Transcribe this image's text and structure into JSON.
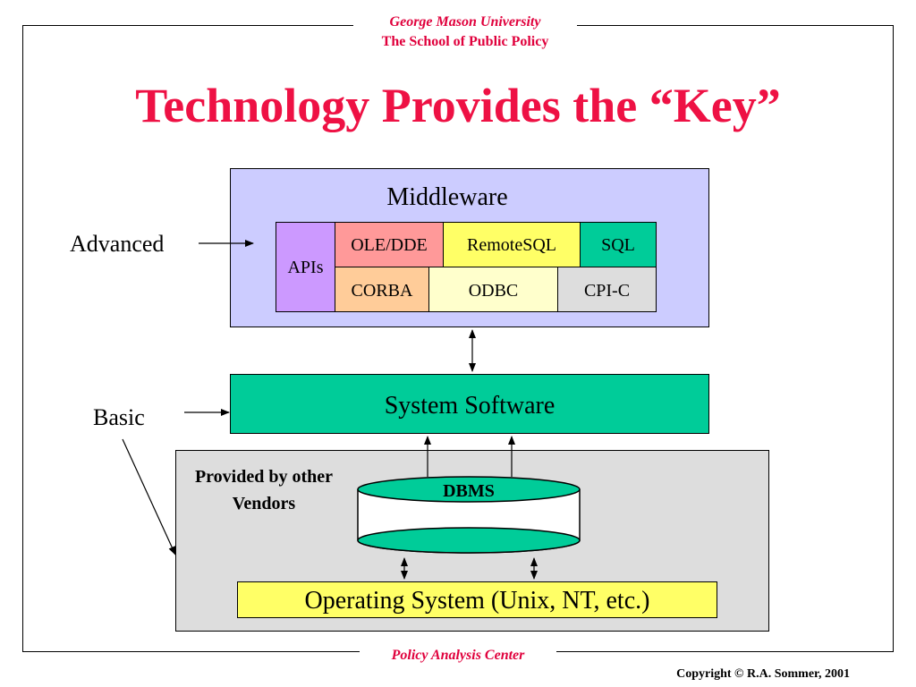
{
  "header": {
    "university": "George Mason University",
    "school": "The School of Public Policy"
  },
  "title": "Technology Provides the “Key”",
  "labels": {
    "advanced": "Advanced",
    "basic": "Basic"
  },
  "middleware": {
    "label": "Middleware",
    "apis": "APIs",
    "row1": [
      "OLE/DDE",
      "RemoteSQL",
      "SQL"
    ],
    "row2": [
      "CORBA",
      "ODBC",
      "CPI-C"
    ]
  },
  "system_software": "System Software",
  "vendors": {
    "label": "Provided by other Vendors",
    "dbms": "DBMS",
    "os": "Operating System (Unix, NT, etc.)"
  },
  "footer": {
    "center": "Policy Analysis Center",
    "copyright": "Copyright © R.A. Sommer, 2001"
  },
  "colors": {
    "title": "#ee1144",
    "middleware_bg": "#ccccff",
    "system_software_bg": "#00cc99",
    "vendor_bg": "#dddddd",
    "os_bg": "#ffff66",
    "apis_bg": "#cc99ff",
    "ole_dde_bg": "#ff9999",
    "remotesql_bg": "#ffff66",
    "sql_bg": "#00cc99",
    "corba_bg": "#ffcc99",
    "odbc_bg": "#ffffcc",
    "cpic_bg": "#dddddd"
  }
}
